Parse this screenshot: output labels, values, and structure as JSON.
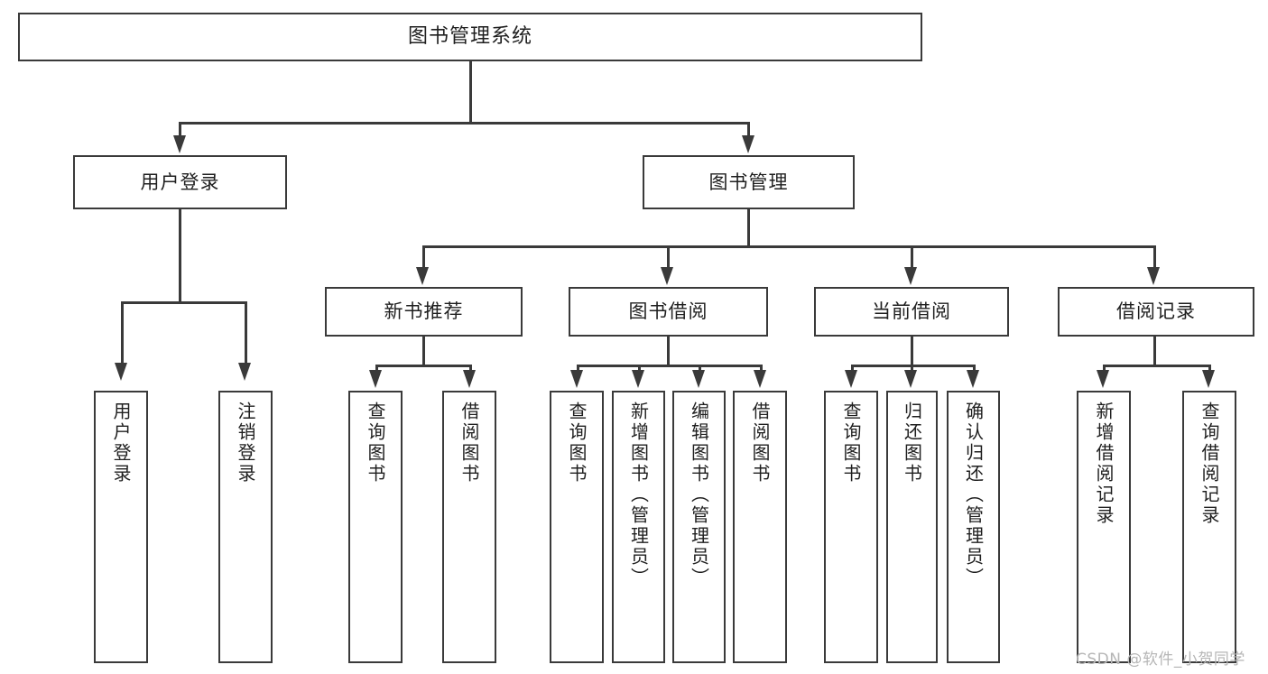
{
  "diagram": {
    "title": "图书管理系统",
    "type": "tree-hierarchy",
    "root": {
      "label": "图书管理系统"
    },
    "level2": [
      {
        "label": "用户登录"
      },
      {
        "label": "图书管理"
      }
    ],
    "level3": [
      {
        "label": "新书推荐"
      },
      {
        "label": "图书借阅"
      },
      {
        "label": "当前借阅"
      },
      {
        "label": "借阅记录"
      }
    ],
    "leaves": {
      "user_login": [
        {
          "label": "用户登录"
        },
        {
          "label": "注销登录"
        }
      ],
      "new_book_recommend": [
        {
          "label": "查询图书"
        },
        {
          "label": "借阅图书"
        }
      ],
      "book_borrow": [
        {
          "label": "查询图书"
        },
        {
          "label": "新增图书（管理员）"
        },
        {
          "label": "编辑图书（管理员）"
        },
        {
          "label": "借阅图书"
        }
      ],
      "current_borrow": [
        {
          "label": "查询图书"
        },
        {
          "label": "归还图书"
        },
        {
          "label": "确认归还（管理员）"
        }
      ],
      "borrow_records": [
        {
          "label": "新增借阅记录"
        },
        {
          "label": "查询借阅记录"
        }
      ]
    }
  },
  "watermark": {
    "text": "CSDN @软件_小贺同学"
  },
  "colors": {
    "stroke": "#3a3a3a",
    "text": "#1f1f1f",
    "background": "#ffffff",
    "watermark": "#b6b6b6"
  }
}
